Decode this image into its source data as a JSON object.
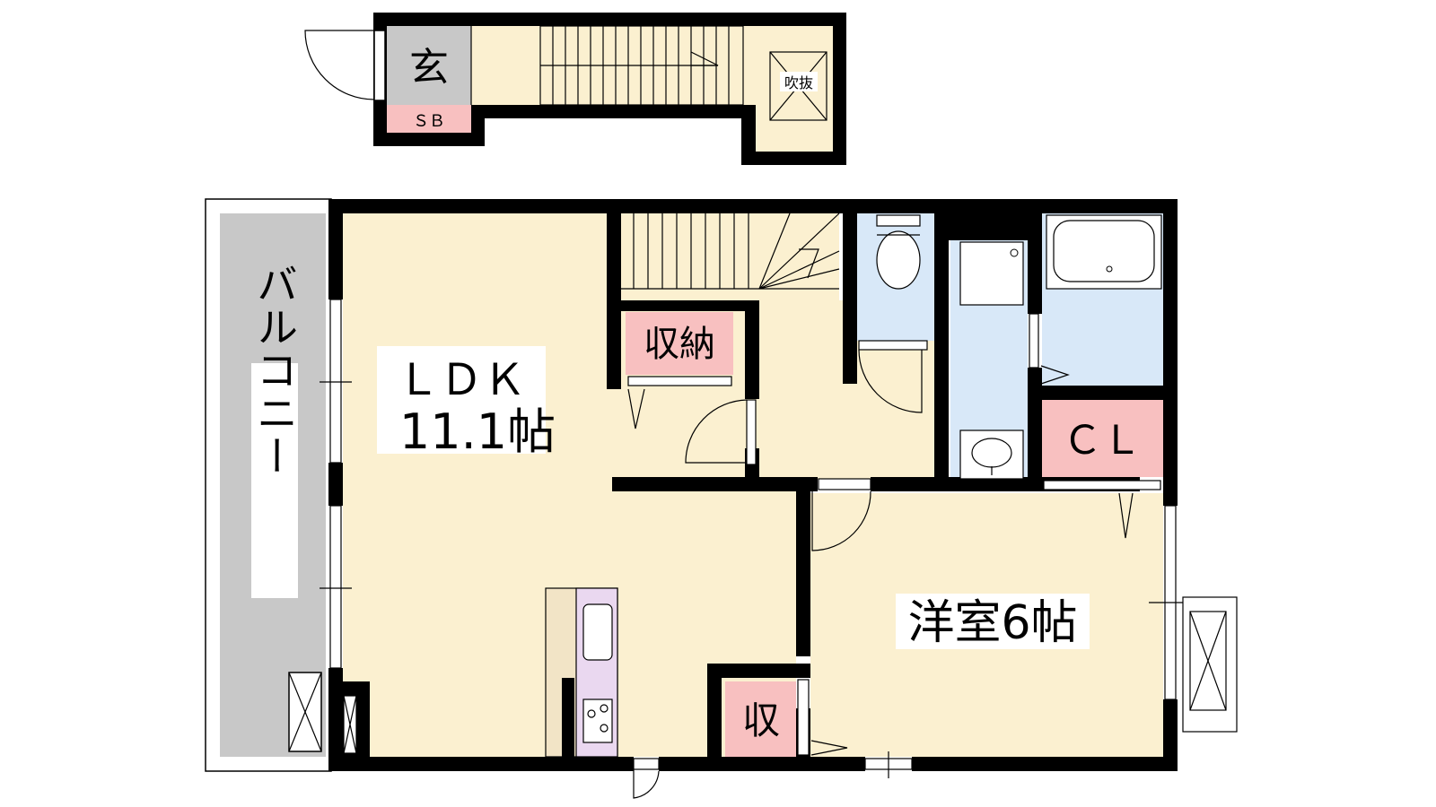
{
  "rooms": {
    "entrance": "玄",
    "shoe_box": "ＳＢ",
    "void": "吹抜",
    "ldk_name": "ＬＤＫ",
    "ldk_size": "11.1帖",
    "storage_large": "収納",
    "closet": "ＣＬ",
    "western_room": "洋室6帖",
    "storage_small": "収",
    "balcony": "バルコニー"
  },
  "colors": {
    "floor": "#fbf0d0",
    "wet_area": "#d8e8f8",
    "storage_label": "#f8c0c0",
    "entrance_floor": "#c8c8c8",
    "balcony": "#c8c8c8",
    "wall": "#000000"
  },
  "icons": [
    "toilet-icon",
    "bathtub-icon",
    "washbasin-icon",
    "sink-icon",
    "stove-icon",
    "washing-machine-pan-icon",
    "ac-unit-icon",
    "stair-arrow-icon"
  ]
}
